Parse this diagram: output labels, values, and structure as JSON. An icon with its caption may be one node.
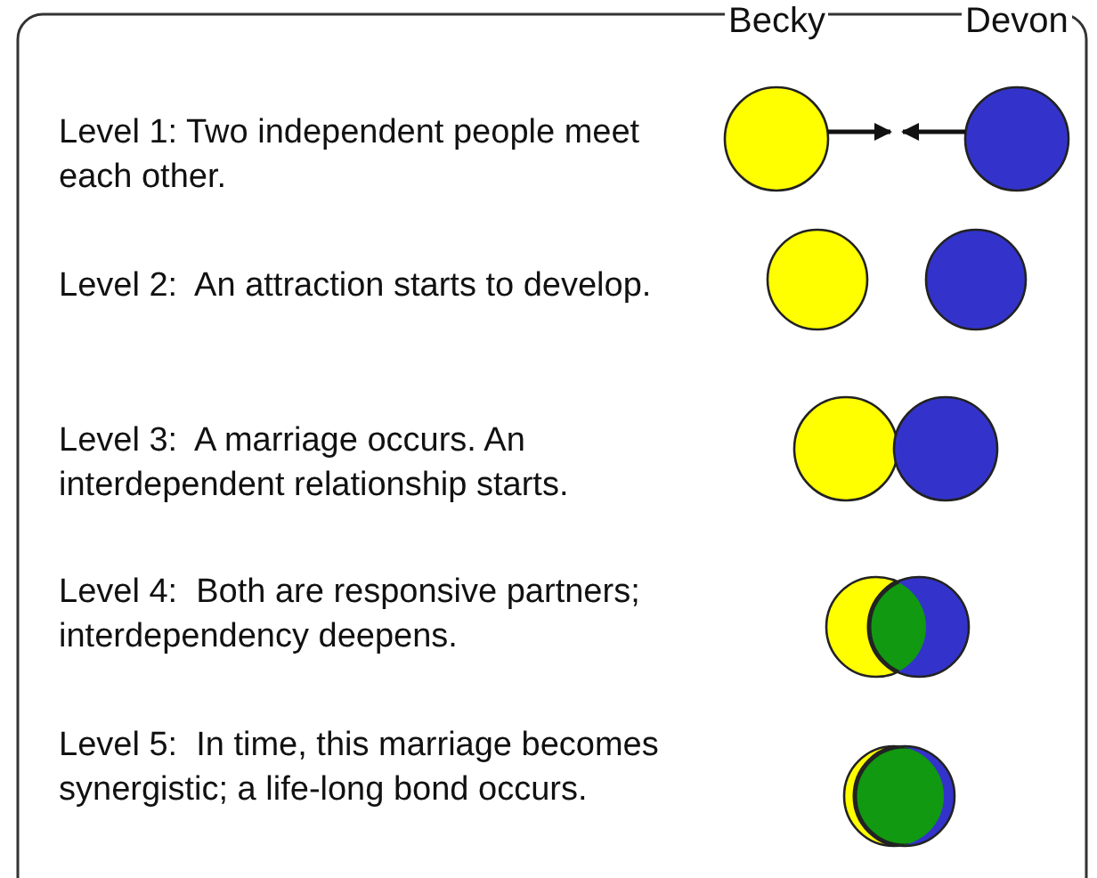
{
  "diagram": {
    "nodes": [
      {
        "text": [],
        "shape": "circle",
        "beside": [
          "Becky"
        ]
      },
      {
        "text": [],
        "shape": "circle",
        "beside": [
          "Devon"
        ]
      },
      {
        "text": [],
        "shape": "circle"
      },
      {
        "text": [],
        "shape": "circle"
      },
      {
        "text": [],
        "shape": "circle"
      },
      {
        "text": [],
        "shape": "circle"
      },
      {
        "text": [],
        "shape": "circle"
      },
      {
        "text": [],
        "shape": "circle"
      },
      {
        "text": [],
        "shape": "circle"
      },
      {
        "text": [],
        "shape": "circle"
      }
    ],
    "edges": [
      {
        "from": 0,
        "to": null,
        "arrow": "to"
      },
      {
        "from": 1,
        "to": null,
        "arrow": "to"
      }
    ],
    "labels": [
      "Level 1: Two independent people meet each other.",
      "Level 2:  An attraction starts to develop.",
      "Level 3:  A marriage occurs. An interdependent relationship starts.",
      "Level 4:  Both are responsive partners; interdependency deepens.",
      "Level 5:  In time, this marriage becomes synergistic; a life-long bond occurs."
    ]
  }
}
